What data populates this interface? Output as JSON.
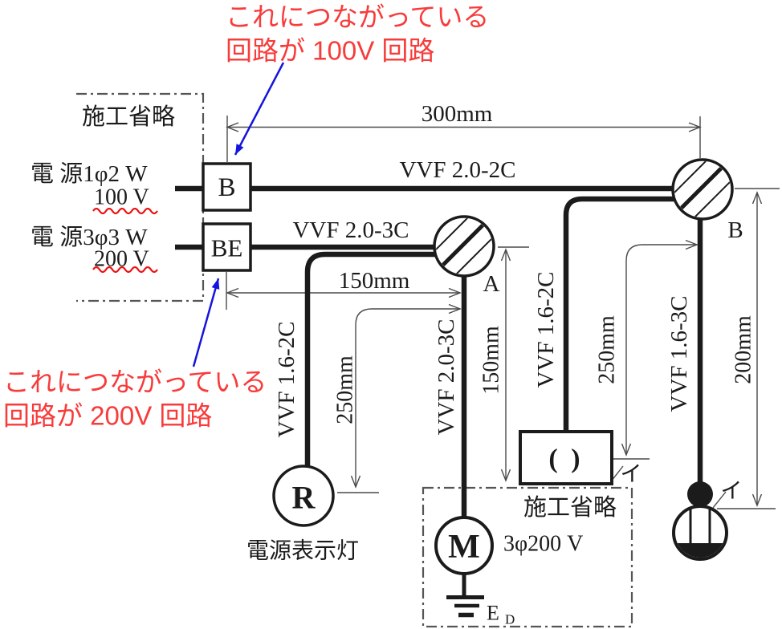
{
  "annotations": {
    "top_line1": "これにつながっている",
    "top_line2": "回路が 100V 回路",
    "bottom_line1": "これにつながっている",
    "bottom_line2": "回路が 200V 回路"
  },
  "source_panel": {
    "omission_label": "施工省略",
    "source1_name": "電 源1φ2 W",
    "source1_voltage": "100 V",
    "source2_name": "電 源3φ3 W",
    "source2_voltage": "200 V"
  },
  "breakers": {
    "main_100v": "B",
    "main_200v": "BE"
  },
  "junction_boxes": {
    "a": "A",
    "b": "B"
  },
  "cables": {
    "top_horizontal": "VVF 2.0-2C",
    "mid_horizontal": "VVF 2.0-3C",
    "lamp_drop": "VVF 1.6-2C",
    "motor_drop": "VVF 2.0-3C",
    "switch_drop": "VVF 1.6-2C",
    "receptacle_drop": "VVF 1.6-3C"
  },
  "dimensions": {
    "top_span": "300mm",
    "mid_span": "150mm",
    "lamp_branch": "250mm",
    "motor_branch": "150mm",
    "switch_branch": "250mm",
    "receptacle_branch": "200mm"
  },
  "devices": {
    "pilot_lamp_letter": "R",
    "pilot_lamp_caption": "電源表示灯",
    "motor_letter": "M",
    "motor_spec": "3φ200 V",
    "earth_letter": "E",
    "earth_sub": "D",
    "switch_symbol": "( )",
    "switch_mark": "イ",
    "receptacle_mark": "イ",
    "omission_label": "施工省略"
  }
}
